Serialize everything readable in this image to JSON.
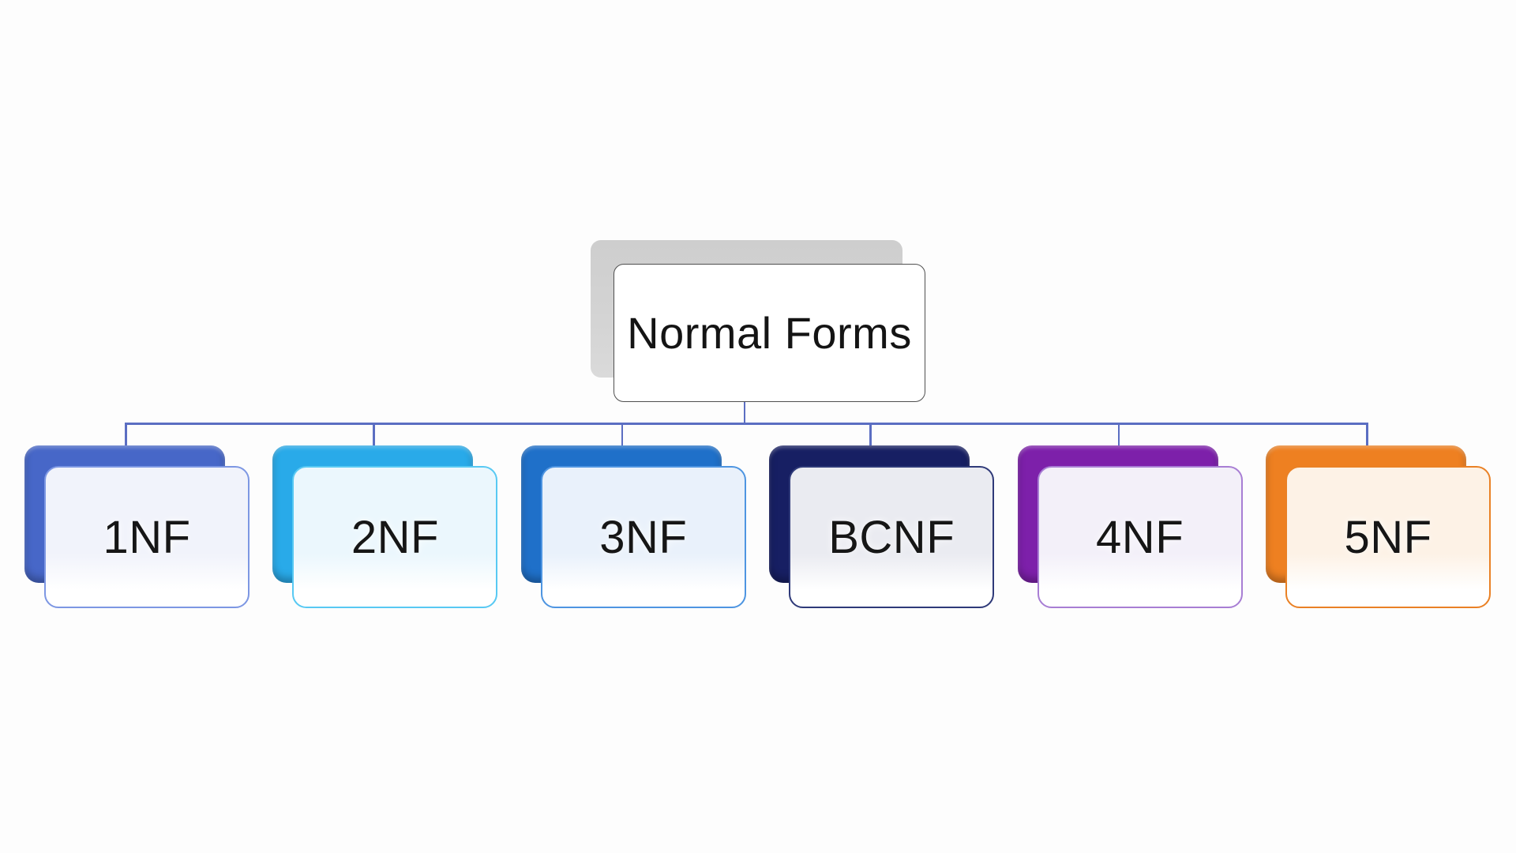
{
  "diagram": {
    "root": {
      "label": "Normal Forms"
    },
    "children": [
      {
        "label": "1NF",
        "back_color": "#4767c8",
        "front_fill": "#f1f3fb",
        "border_color": "#7d97e3"
      },
      {
        "label": "2NF",
        "back_color": "#29aae9",
        "front_fill": "#ebf7fd",
        "border_color": "#58c9f3"
      },
      {
        "label": "3NF",
        "back_color": "#1f70c9",
        "front_fill": "#e9f1fb",
        "border_color": "#4e95e1"
      },
      {
        "label": "BCNF",
        "back_color": "#171f63",
        "front_fill": "#eaebf1",
        "border_color": "#2f3a79"
      },
      {
        "label": "4NF",
        "back_color": "#7d20aa",
        "front_fill": "#f3f0f9",
        "border_color": "#a87ed4"
      },
      {
        "label": "5NF",
        "back_color": "#ee8021",
        "front_fill": "#fdf2e6",
        "border_color": "#ea8125"
      }
    ],
    "colors": {
      "connector": "#5b6ec2",
      "root_shadow_card": "#d2d2d2",
      "root_card_border": "#4f4f4f",
      "background": "#fdfdfd",
      "text": "#141414"
    }
  }
}
